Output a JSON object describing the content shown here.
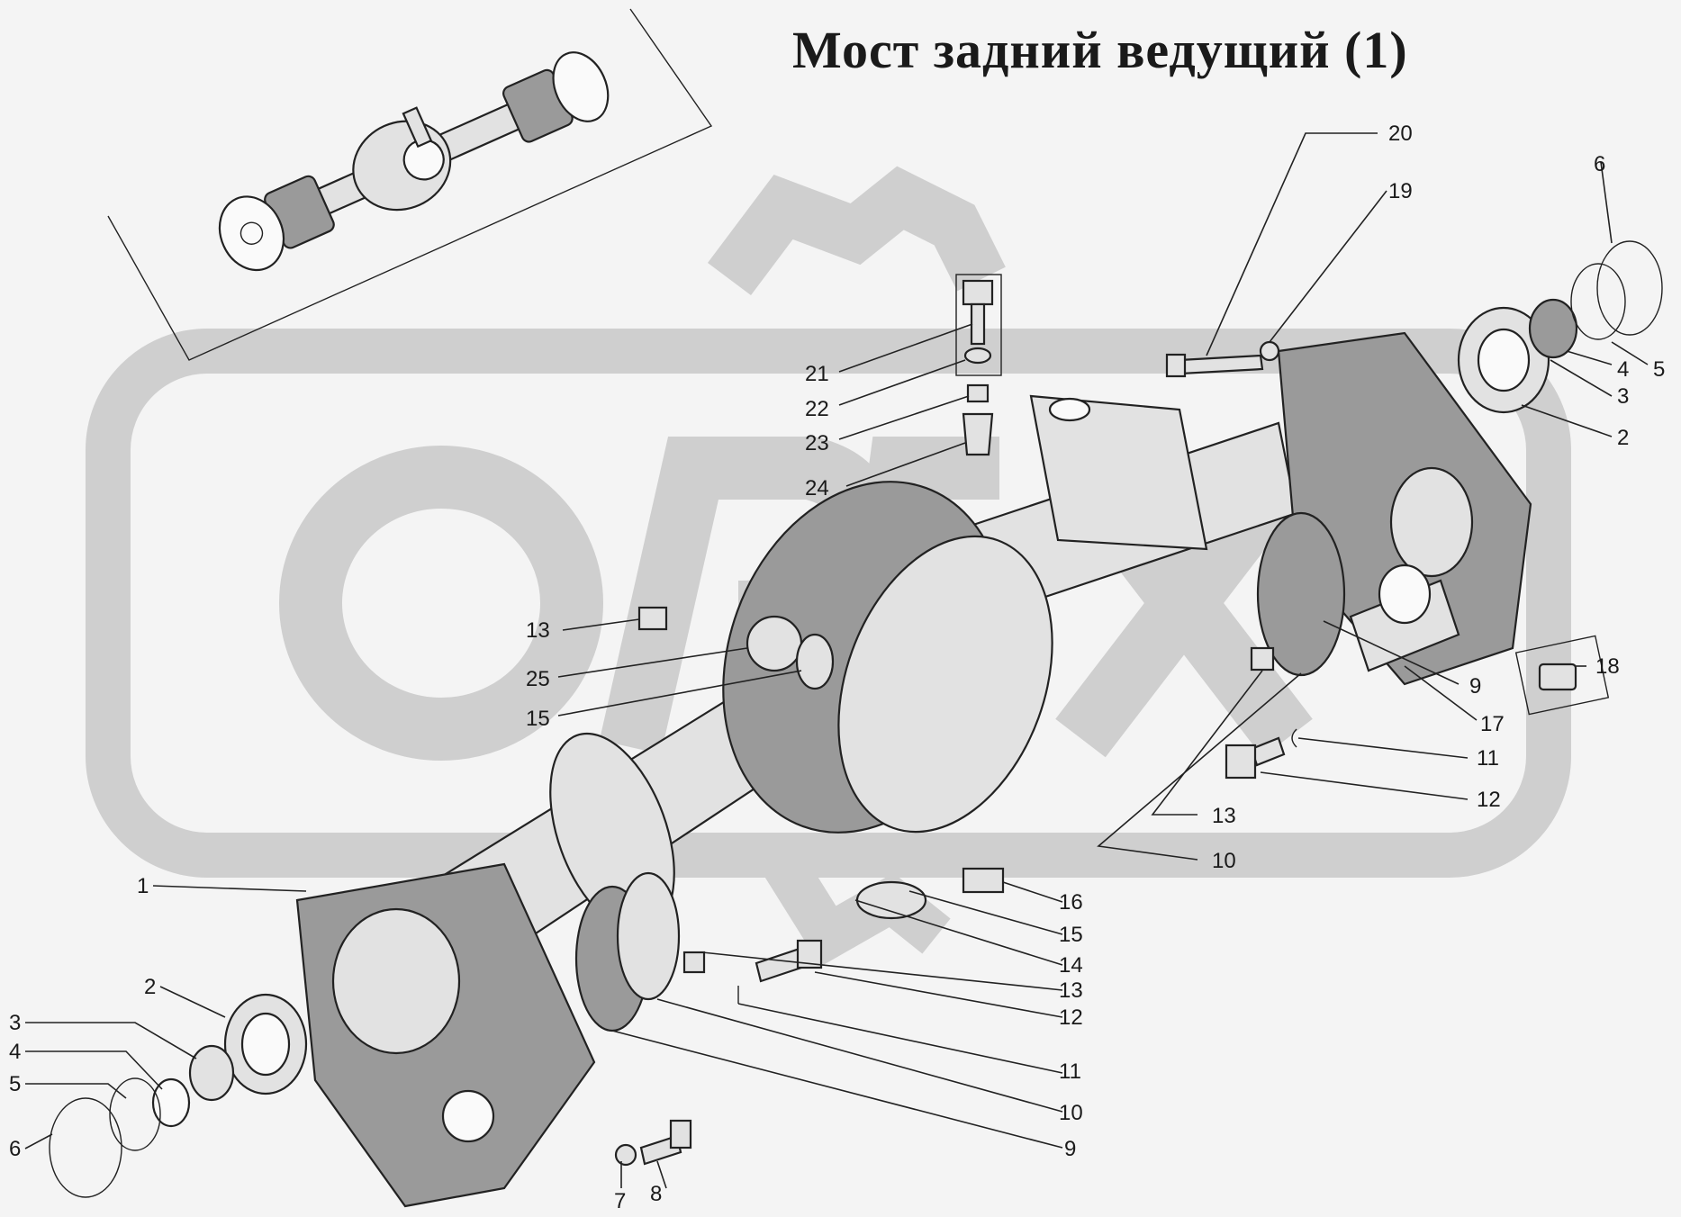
{
  "title": "Мост задний ведущий  (1)",
  "watermark_logo": "OPEX",
  "colors": {
    "background": "#f4f4f4",
    "watermark": "#cfcfcf",
    "line": "#222222",
    "stipple": "#9a9a9a"
  },
  "callouts": {
    "c1": "1",
    "c2l": "2",
    "c3l": "3",
    "c4l": "4",
    "c5l": "5",
    "c6l": "6",
    "c7": "7",
    "c8": "8",
    "c9b": "9",
    "c10b": "10",
    "c11b": "11",
    "c12b": "12",
    "c13b": "13",
    "c14": "14",
    "c15b": "15",
    "c16": "16",
    "c13m": "13",
    "c25": "25",
    "c15m": "15",
    "c21": "21",
    "c22": "22",
    "c23": "23",
    "c24": "24",
    "c20": "20",
    "c19": "19",
    "c6r": "6",
    "c5r": "5",
    "c4r": "4",
    "c3r": "3",
    "c2r": "2",
    "c18": "18",
    "c9r": "9",
    "c17": "17",
    "c11r": "11",
    "c12r": "12",
    "c13r": "13",
    "c10r": "10"
  }
}
